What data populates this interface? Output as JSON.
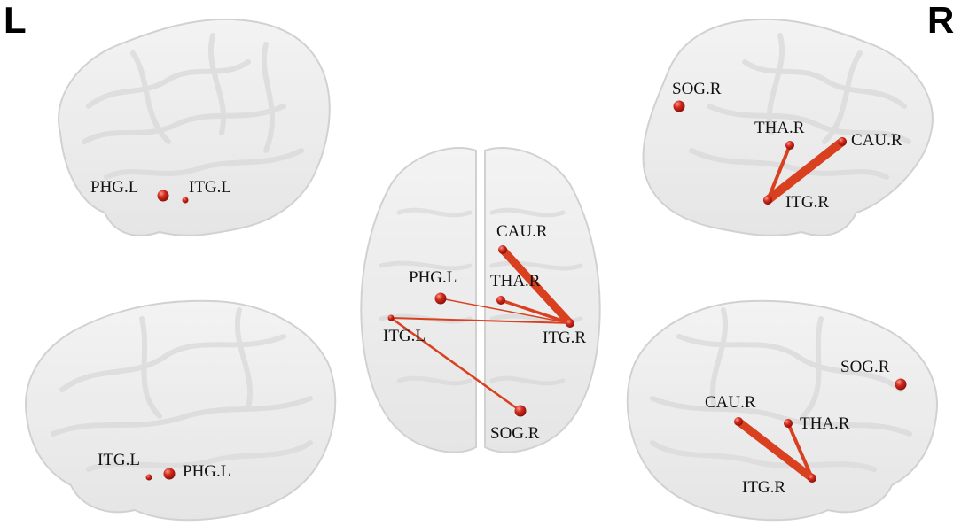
{
  "sides": {
    "left": "L",
    "right": "R"
  },
  "colors": {
    "node": "#d42a1e",
    "edge": "#d9401f",
    "brain_fill": "#ececec",
    "brain_stroke": "#d2d2d2"
  },
  "views": [
    {
      "id": "left-lateral",
      "nodes": [
        {
          "name": "PHG.L",
          "label": "PHG.L"
        },
        {
          "name": "ITG.L",
          "label": "ITG.L"
        }
      ]
    },
    {
      "id": "left-medial",
      "nodes": [
        {
          "name": "ITG.L",
          "label": "ITG.L"
        },
        {
          "name": "PHG.L",
          "label": "PHG.L"
        }
      ]
    },
    {
      "id": "axial-top",
      "nodes": [
        {
          "name": "CAU.R",
          "label": "CAU.R"
        },
        {
          "name": "PHG.L",
          "label": "PHG.L"
        },
        {
          "name": "THA.R",
          "label": "THA.R"
        },
        {
          "name": "ITG.L",
          "label": "ITG.L"
        },
        {
          "name": "ITG.R",
          "label": "ITG.R"
        },
        {
          "name": "SOG.R",
          "label": "SOG.R"
        }
      ]
    },
    {
      "id": "right-lateral",
      "nodes": [
        {
          "name": "SOG.R",
          "label": "SOG.R"
        },
        {
          "name": "THA.R",
          "label": "THA.R"
        },
        {
          "name": "CAU.R",
          "label": "CAU.R"
        },
        {
          "name": "ITG.R",
          "label": "ITG.R"
        }
      ]
    },
    {
      "id": "right-medial",
      "nodes": [
        {
          "name": "SOG.R",
          "label": "SOG.R"
        },
        {
          "name": "CAU.R",
          "label": "CAU.R"
        },
        {
          "name": "THA.R",
          "label": "THA.R"
        },
        {
          "name": "ITG.R",
          "label": "ITG.R"
        }
      ]
    }
  ],
  "connections": [
    {
      "from": "ITG.R",
      "to": "CAU.R",
      "strength": "strong"
    },
    {
      "from": "ITG.R",
      "to": "THA.R",
      "strength": "medium"
    },
    {
      "from": "ITG.R",
      "to": "PHG.L",
      "strength": "weak"
    },
    {
      "from": "ITG.R",
      "to": "ITG.L",
      "strength": "weak"
    },
    {
      "from": "ITG.L",
      "to": "SOG.R",
      "strength": "weak"
    }
  ]
}
